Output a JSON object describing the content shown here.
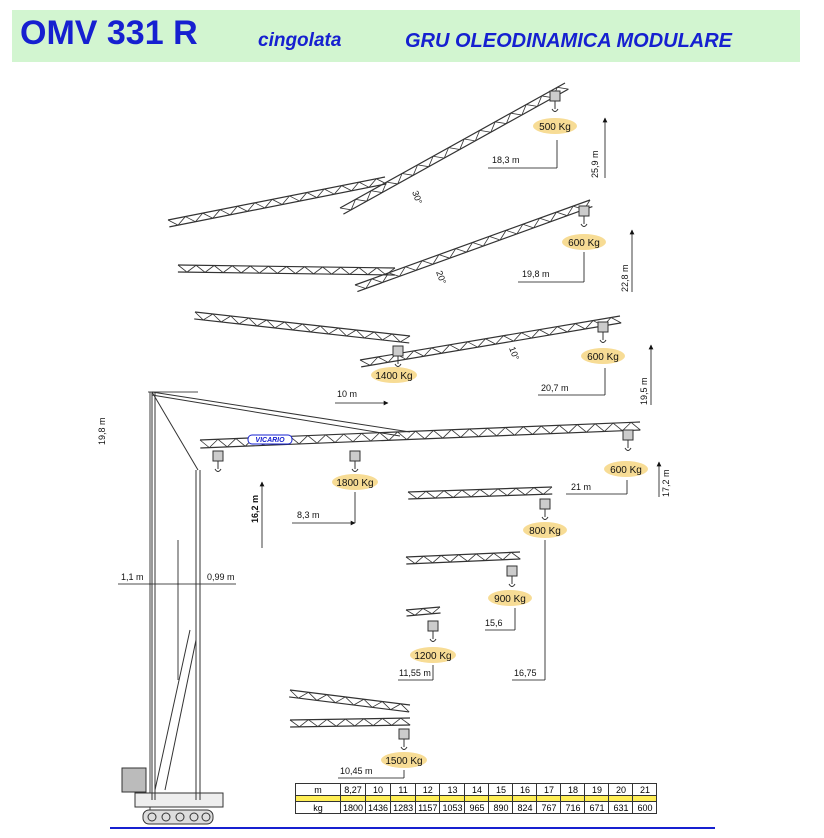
{
  "header": {
    "model": "OMV 331 R",
    "variant": "cingolata",
    "description": "GRU OLEODINAMICA MODULARE"
  },
  "colors": {
    "banner_bg": "#d2f5d0",
    "title_blue": "#1620d0",
    "load_ellipse": "#f7dc95",
    "table_highlight": "#ffee55"
  },
  "logo": "VICARIO",
  "configurations": {
    "c30deg": {
      "angle": "30°",
      "load": "500 Kg",
      "radius": "18,3 m",
      "height": "25,9 m"
    },
    "c20deg": {
      "angle": "20°",
      "load": "600 Kg",
      "radius": "19,8 m",
      "height": "22,8 m"
    },
    "c10deg": {
      "angle": "10°",
      "load": "600 Kg",
      "radius": "20,7 m",
      "height": "19,5 m",
      "inner_load": "1400 Kg",
      "inner_radius": "10 m"
    },
    "horizontal": {
      "load": "600 Kg",
      "radius": "21 m",
      "height": "17,2 m",
      "inner_load": "1800 Kg",
      "inner_radius": "8,3 m",
      "hook_height": "16,2 m",
      "mast_height": "19,8 m",
      "offset_left": "1,1 m",
      "offset_right": "0,99 m"
    },
    "short_800": {
      "load": "800 Kg"
    },
    "short_900": {
      "load": "900 Kg",
      "radius": "15,6",
      "outer_radius": "16,75"
    },
    "short_1200": {
      "load": "1200 Kg",
      "radius": "11,55 m"
    },
    "folded": {
      "load": "1500 Kg",
      "radius": "10,45 m"
    }
  },
  "load_table": {
    "row_labels": [
      "m",
      "kg"
    ],
    "radii": [
      "8,27",
      "10",
      "11",
      "12",
      "13",
      "14",
      "15",
      "16",
      "17",
      "18",
      "19",
      "20",
      "21"
    ],
    "loads": [
      "1800",
      "1436",
      "1283",
      "1157",
      "1053",
      "965",
      "890",
      "824",
      "767",
      "716",
      "671",
      "631",
      "600"
    ]
  }
}
